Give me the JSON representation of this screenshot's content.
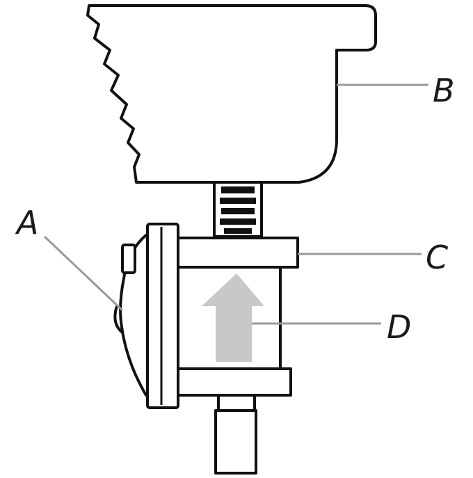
{
  "labels": {
    "a": "A",
    "b": "B",
    "c": "C",
    "d": "D"
  },
  "colors": {
    "outline": "#111111",
    "leader_line": "#9a9a9a",
    "arrow": "#c8c8c8",
    "background": "#ffffff"
  }
}
